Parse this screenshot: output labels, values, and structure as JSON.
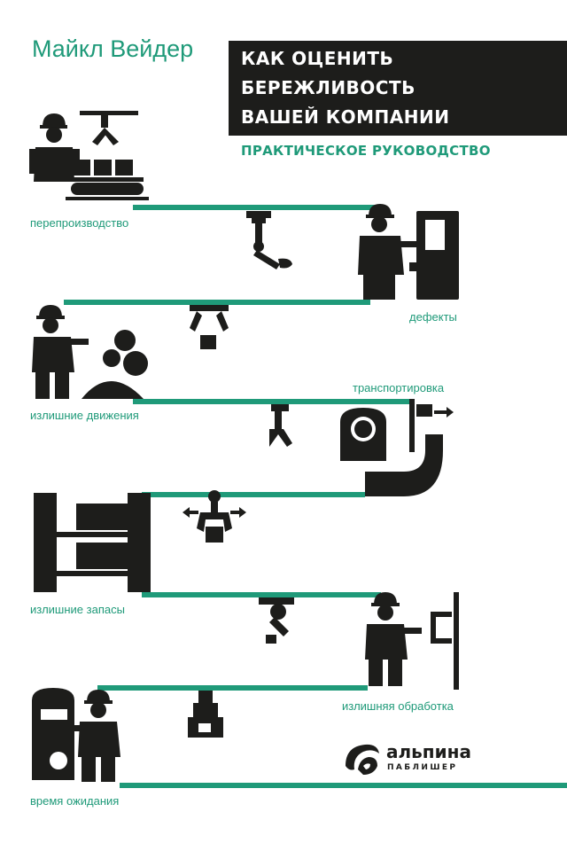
{
  "author": "Майкл Вейдер",
  "title_lines": [
    "КАК ОЦЕНИТЬ",
    "БЕРЕЖЛИВОСТЬ",
    "ВАШЕЙ КОМПАНИИ"
  ],
  "subtitle": "ПРАКТИЧЕСКОЕ РУКОВОДСТВО",
  "wastes": [
    "перепроизводство",
    "дефекты",
    "транспортировка",
    "излишние движения",
    "излишние запасы",
    "излишняя обработка",
    "время ожидания"
  ],
  "publisher": {
    "name": "альпина",
    "sub": "ПАБЛИШЕР"
  },
  "colors": {
    "accent": "#1f9a79",
    "dark": "#1d1d1b",
    "background": "#ffffff"
  }
}
